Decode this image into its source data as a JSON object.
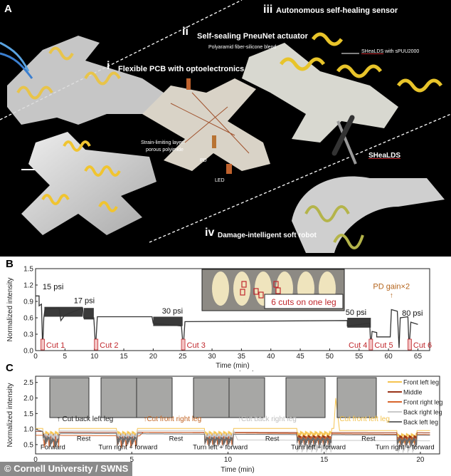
{
  "panel_a": {
    "letter": "A",
    "section_i": {
      "numeral": "i",
      "title": "Flexible PCB with optoelectronics"
    },
    "section_ii": {
      "numeral": "ii",
      "title": "Self-sealing PneuNet actuator",
      "note": "Polyaramid fiber-silicone blend"
    },
    "section_iii": {
      "numeral": "iii",
      "title": "Autonomous  self-healing sensor",
      "note_underlined": "SHeaLDS",
      "note_rest": " with sPUU2000"
    },
    "section_iv": {
      "numeral": "iv",
      "title": "Damage-intelligent soft robot",
      "callout": "SHeaLDS"
    },
    "strain_label_1": "Strain-limiting layer:",
    "strain_label_2": "porous polyimide",
    "pd_label": "PD",
    "led_label": "LED"
  },
  "chart_data": [
    {
      "panel": "B",
      "type": "line",
      "xlabel": "Time (min)",
      "ylabel": "Normalized intensity",
      "xlim": [
        0,
        67
      ],
      "ylim": [
        0,
        1.5
      ],
      "xticks": [
        0,
        5,
        10,
        15,
        20,
        25,
        30,
        35,
        40,
        45,
        50,
        55,
        60,
        65
      ],
      "yticks": [
        "0.0",
        "0.3",
        "0.6",
        "0.9",
        "1.2",
        "1.5"
      ],
      "series": [
        {
          "name": "intensity",
          "color": "#333333",
          "points": [
            [
              0,
              1.0
            ],
            [
              0.6,
              1.0
            ],
            [
              0.6,
              0.82
            ],
            [
              1.0,
              0.85
            ],
            [
              1.2,
              0.05
            ],
            [
              1.4,
              0.6
            ],
            [
              1.6,
              0.76
            ],
            [
              4,
              0.78
            ],
            [
              4.3,
              0.55
            ],
            [
              5,
              0.65
            ],
            [
              8,
              0.78
            ],
            [
              8.2,
              0.6
            ],
            [
              9.9,
              0.6
            ],
            [
              10.2,
              0.05
            ],
            [
              10.5,
              0.62
            ],
            [
              19.8,
              0.62
            ],
            [
              20,
              0.5
            ],
            [
              24.8,
              0.45
            ],
            [
              25.1,
              0.05
            ],
            [
              25.4,
              0.53
            ],
            [
              53,
              0.55
            ],
            [
              53,
              0.45
            ],
            [
              56.8,
              0.5
            ],
            [
              57,
              0.05
            ],
            [
              57.2,
              0.35
            ],
            [
              58,
              0.33
            ],
            [
              58,
              0.25
            ],
            [
              60.3,
              0.25
            ],
            [
              60.5,
              0.75
            ],
            [
              61.5,
              0.72
            ],
            [
              61.8,
              0.05
            ],
            [
              62,
              0.6
            ],
            [
              63.3,
              0.62
            ],
            [
              63.5,
              0.05
            ],
            [
              63.8,
              0.52
            ],
            [
              65,
              0.48
            ]
          ]
        }
      ],
      "bands": [
        [
          1.5,
          8,
          0.62,
          0.8
        ],
        [
          20,
          25,
          0.45,
          0.62
        ],
        [
          53,
          57,
          0.42,
          0.6
        ],
        [
          8.2,
          9.9,
          0.57,
          0.78
        ]
      ],
      "annotations": [
        {
          "text": "15 psi",
          "x": 1.2,
          "y": 1.12
        },
        {
          "text": "17 psi",
          "x": 6.5,
          "y": 0.87
        },
        {
          "text": "30 psi",
          "x": 21.5,
          "y": 0.68
        },
        {
          "text": "50 psi",
          "x": 52.7,
          "y": 0.65
        },
        {
          "text": "80 psi",
          "x": 62.3,
          "y": 0.64
        }
      ],
      "gain_note": {
        "text": "PD gain×2",
        "arrow": "↑",
        "x": 60.5,
        "y": 1.0,
        "color": "#b5651d"
      },
      "cuts": [
        {
          "label": "Cut 1",
          "x": 1.2,
          "side": "right"
        },
        {
          "label": "Cut 2",
          "x": 10.3,
          "side": "right"
        },
        {
          "label": "Cut 3",
          "x": 25.1,
          "side": "right"
        },
        {
          "label": "Cut 4",
          "x": 57.0,
          "side": "left"
        },
        {
          "label": "Cut 5",
          "x": 57.0,
          "side": "right"
        },
        {
          "label": "Cut 6",
          "x": 63.6,
          "side": "right"
        }
      ],
      "inset_caption": "6 cuts on one leg",
      "cut_color": "#c0282d"
    },
    {
      "panel": "C",
      "type": "line",
      "xlabel": "Time (min)",
      "ylabel": "Normalized intensity",
      "xlim": [
        0,
        21
      ],
      "ylim": [
        0.2,
        2.7
      ],
      "xticks": [
        0,
        5,
        10,
        15,
        20
      ],
      "yticks": [
        "0.5",
        "1.0",
        "1.5",
        "2.0",
        "2.5"
      ],
      "activity": [
        [
          0.4,
          1.2
        ],
        [
          4.2,
          5.3
        ],
        [
          8.8,
          10.3
        ],
        [
          13.6,
          15.4
        ],
        [
          18.8,
          19.8
        ]
      ],
      "series": [
        {
          "name": "Front left leg",
          "color": "#f5c451",
          "rest": [
            [
              0,
              1.02
            ],
            [
              15.5,
              1.02
            ],
            [
              15.6,
              2.0
            ],
            [
              15.8,
              0.95
            ],
            [
              21,
              0.95
            ]
          ]
        },
        {
          "name": "Middle",
          "color": "#9a3418",
          "rest": [
            [
              0,
              0.93
            ],
            [
              1.2,
              0.9
            ],
            [
              21,
              0.88
            ]
          ]
        },
        {
          "name": "Front right leg",
          "color": "#d8652c",
          "rest": [
            [
              0,
              0.8
            ],
            [
              5.4,
              0.78
            ],
            [
              5.6,
              0.9
            ],
            [
              21,
              0.82
            ]
          ]
        },
        {
          "name": "Back right leg",
          "color": "#c9c9c9",
          "rest": [
            [
              0,
              0.95
            ],
            [
              10.3,
              0.95
            ],
            [
              10.5,
              0.65
            ],
            [
              21,
              0.62
            ]
          ]
        },
        {
          "name": "Back left leg",
          "color": "#6b6b6b",
          "rest": [
            [
              0,
              1.0
            ],
            [
              1.1,
              0.75
            ],
            [
              1.3,
              0.86
            ],
            [
              21,
              0.8
            ]
          ]
        }
      ],
      "events": [
        {
          "text": "↑ Cut back left leg",
          "x": 1.1,
          "y": 1.25,
          "color": "#222222"
        },
        {
          "text": "↑Cut front right leg",
          "x": 5.6,
          "y": 1.25,
          "color": "#c0601e"
        },
        {
          "text": "↑Cut back right leg",
          "x": 10.5,
          "y": 1.25,
          "color": "#bdbdbd"
        },
        {
          "text": "Cut front left leg",
          "x": 15.8,
          "y": 1.25,
          "color": "#f2c14a"
        }
      ],
      "phases": [
        {
          "text": "Forward",
          "x": 0.9,
          "y": 0.35
        },
        {
          "text": "Rest",
          "x": 2.5,
          "y": 0.62
        },
        {
          "text": "Turn right + forward",
          "x": 4.8,
          "y": 0.35
        },
        {
          "text": "Rest",
          "x": 7.3,
          "y": 0.62
        },
        {
          "text": "Turn left + forward",
          "x": 9.6,
          "y": 0.35
        },
        {
          "text": "Rest",
          "x": 12.3,
          "y": 0.62
        },
        {
          "text": "Turn left + forward",
          "x": 14.7,
          "y": 0.35
        },
        {
          "text": "Rest",
          "x": 17.3,
          "y": 0.62
        },
        {
          "text": "Turn right + forward",
          "x": 19.2,
          "y": 0.35
        }
      ]
    }
  ],
  "credit": "© Cornell University / SWNS"
}
